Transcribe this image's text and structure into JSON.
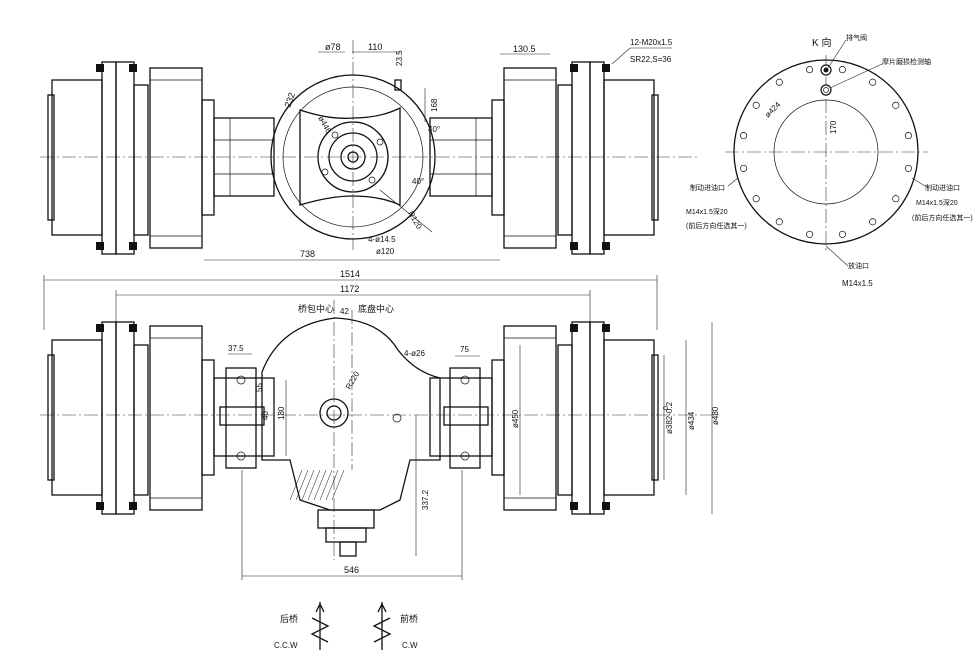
{
  "top_view": {
    "dims": {
      "d78": "ø78",
      "d110": "110",
      "d23_5": "23.5",
      "d130_5": "130.5",
      "d232": "232",
      "d168": "168",
      "d446": "ø446",
      "a40a": "40°",
      "a40b": "40°",
      "r120": "R120",
      "holes": "4-ø14.5",
      "d120": "ø120",
      "d738": "738"
    },
    "bolt_note_1": "12-M20x1.5",
    "bolt_note_2": "SR22,S=36"
  },
  "front_view": {
    "dims": {
      "d1514": "1514",
      "d1172": "1172",
      "d42": "42",
      "d37_5": "37.5",
      "d55": "55",
      "d40": "40",
      "d180": "180",
      "r220": "R220",
      "holes": "4-ø26",
      "d75": "75",
      "d450": "ø450",
      "d382": "ø382-0.2",
      "d382_tol": "0",
      "d434": "ø434",
      "d480": "ø480",
      "d337_2": "337.2",
      "d546": "546"
    },
    "bridge_center": "桥包中心",
    "chassis_center": "底盘中心"
  },
  "k_view": {
    "title": "K  向",
    "vent": "排气阀",
    "wear_check": "摩片磨损检测轴",
    "d424": "ø424",
    "d170": "170",
    "brake_inlet_left": "制动进油口",
    "thread_left": "M14x1.5深20",
    "note_left": "(前后方向任选其一)",
    "brake_inlet_right": "制动进油口",
    "thread_right": "M14x1.5深20",
    "note_right": "(前后方向任选其一)",
    "drain": "放油口",
    "drain_thread": "M14x1.5"
  },
  "rotation": {
    "rear_label": "后桥",
    "rear_dir": "C.C.W",
    "front_label": "前桥",
    "front_dir": "C.W"
  }
}
